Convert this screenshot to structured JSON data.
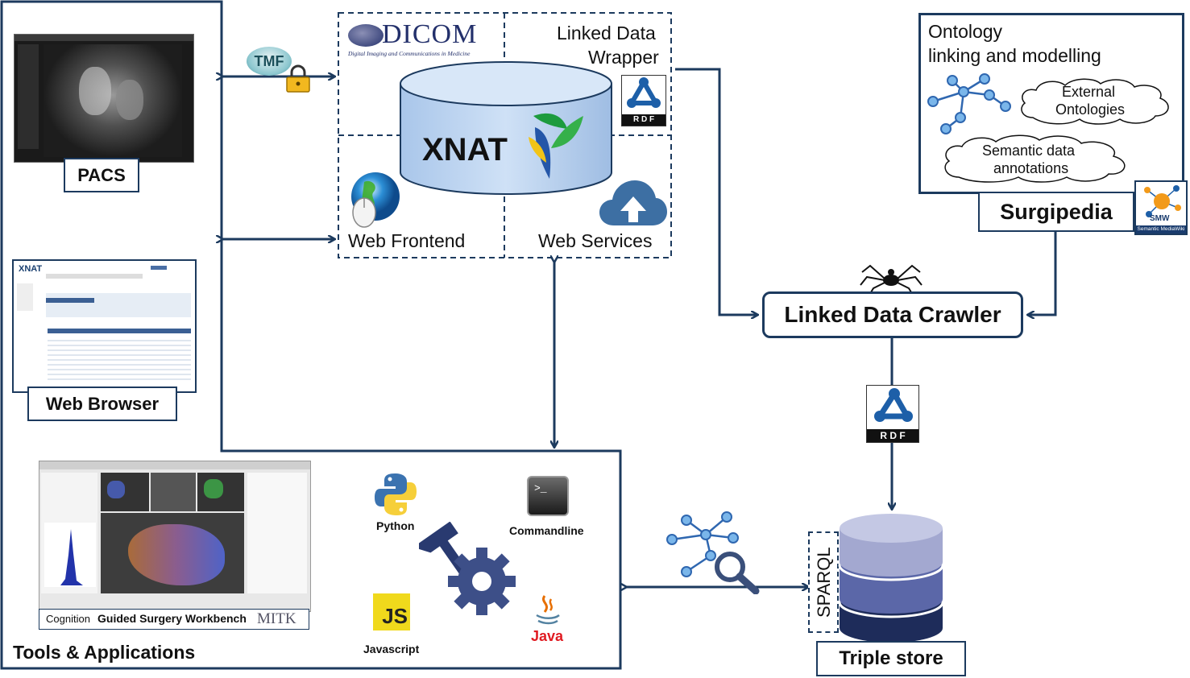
{
  "client_area": {
    "pacs": {
      "label": "PACS"
    },
    "web_browser": {
      "label": "Web Browser"
    },
    "tools": {
      "title": "Tools & Applications",
      "workbench": {
        "prefix": "Cognition",
        "label": "Guided Surgery Workbench",
        "logo": "MITK"
      },
      "python": "Python",
      "commandline": "Commandline",
      "javascript": "Javascript",
      "js_icon": "JS",
      "java": "Java"
    }
  },
  "tmf_badge": "TMF",
  "xnat_server": {
    "dicom_logo": "DICOM",
    "dicom_subtitle": "Digital Imaging and Communications in Medicine",
    "linked_data_wrapper_line1": "Linked Data",
    "linked_data_wrapper_line2": "Wrapper",
    "xnat": "XNAT",
    "web_frontend": "Web Frontend",
    "web_services": "Web Services",
    "rdf": "R D F"
  },
  "surgipedia": {
    "title_line1": "Ontology",
    "title_line2": "linking and modelling",
    "external_line1": "External",
    "external_line2": "Ontologies",
    "semantic_line1": "Semantic data",
    "semantic_line2": "annotations",
    "label": "Surgipedia",
    "smw_badge": "SMW",
    "smw_caption": "Semantic MediaWiki"
  },
  "crawler": {
    "label": "Linked Data Crawler",
    "rdf": "R D F"
  },
  "triple_store": {
    "label": "Triple store",
    "sparql": "SPARQL"
  },
  "colors": {
    "navy": "#1c3a5e",
    "arrow": "#1c3a5e",
    "db_top": "#a3a8d0",
    "db_mid": "#5b67a8",
    "db_bottom": "#1e2c5a"
  }
}
